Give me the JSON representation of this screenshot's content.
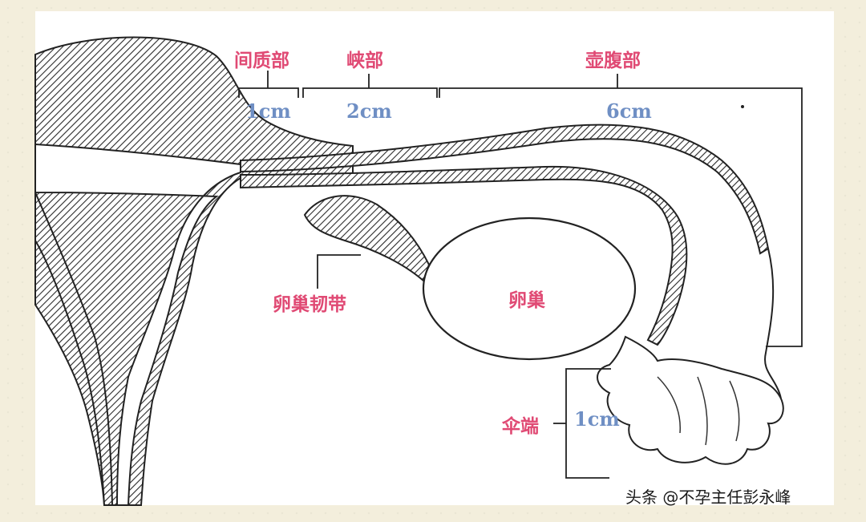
{
  "labels": {
    "interstitial": "间质部",
    "isthmus": "峡部",
    "ampulla": "壶腹部",
    "ovarian_ligament": "卵巢韧带",
    "ovary": "卵巢",
    "fimbria": "伞端"
  },
  "measurements": {
    "interstitial": "1cm",
    "isthmus": "2cm",
    "ampulla": "6cm",
    "fimbria": "1cm"
  },
  "watermark": "头条 @不孕主任彭永峰",
  "colors": {
    "label": "#e04a74",
    "measurement": "#6f8fc4",
    "outline": "#222222",
    "background": "#f3eedc"
  }
}
